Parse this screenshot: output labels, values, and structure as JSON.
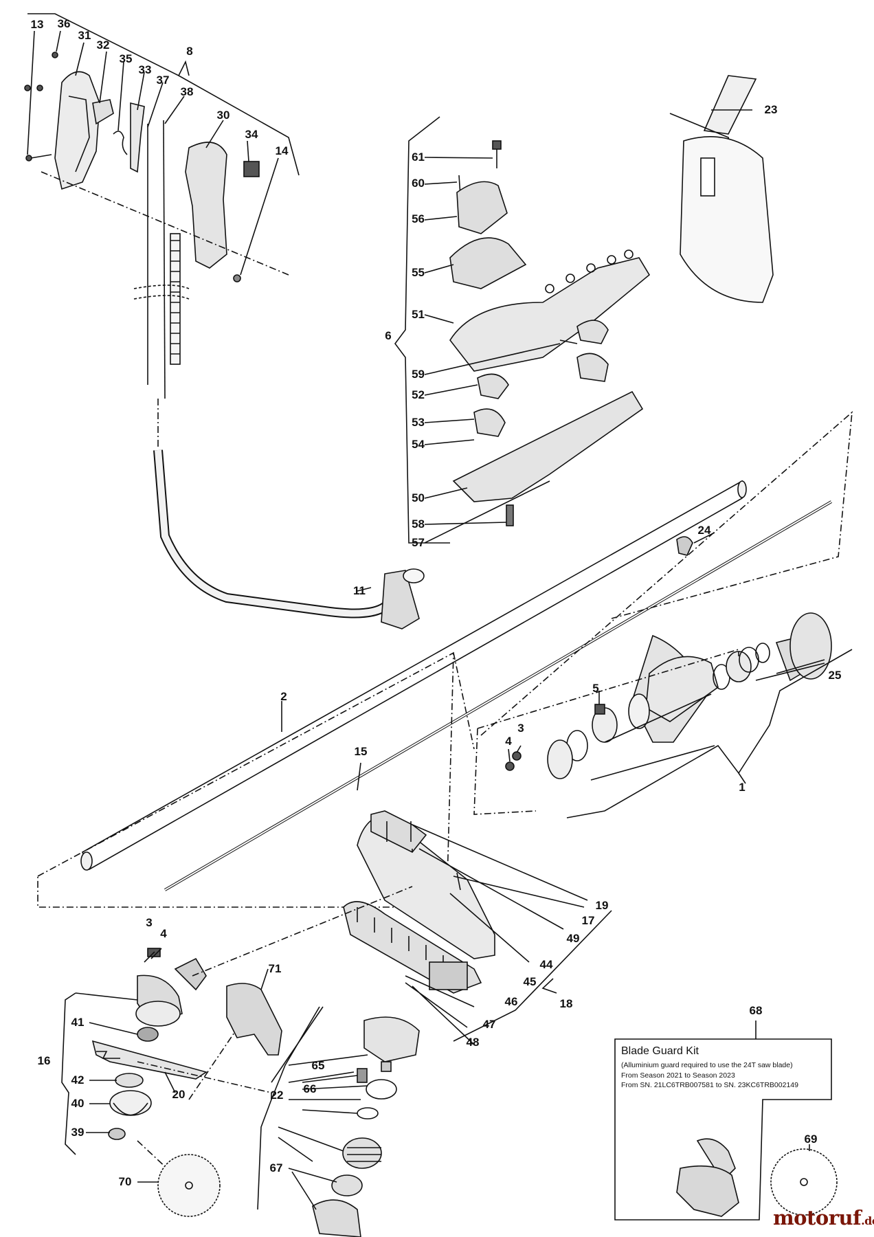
{
  "parts": {
    "p1": "1",
    "p2": "2",
    "p3a": "3",
    "p3b": "3",
    "p4a": "4",
    "p4b": "4",
    "p5": "5",
    "p6": "6",
    "p8": "8",
    "p11": "11",
    "p13": "13",
    "p14": "14",
    "p15": "15",
    "p16": "16",
    "p17": "17",
    "p18": "18",
    "p19": "19",
    "p20": "20",
    "p22": "22",
    "p23": "23",
    "p24": "24",
    "p25": "25",
    "p30": "30",
    "p31": "31",
    "p32": "32",
    "p33": "33",
    "p34": "34",
    "p35": "35",
    "p36": "36",
    "p37": "37",
    "p38": "38",
    "p39": "39",
    "p40": "40",
    "p41": "41",
    "p42": "42",
    "p44": "44",
    "p45": "45",
    "p46": "46",
    "p47": "47",
    "p48": "48",
    "p49": "49",
    "p50": "50",
    "p51": "51",
    "p52": "52",
    "p53": "53",
    "p54": "54",
    "p55": "55",
    "p56": "56",
    "p57": "57",
    "p58": "58",
    "p59": "59",
    "p60": "60",
    "p61": "61",
    "p65": "65",
    "p66": "66",
    "p67": "67",
    "p68": "68",
    "p69": "69",
    "p70": "70",
    "p71": "71"
  },
  "kit": {
    "title": "Blade Guard Kit",
    "note": "(Alluminium guard required to use the 24T saw blade)",
    "seasons": "From Season 2021 to Season 2023",
    "serials": "From SN. 21LC6TRB007581 to SN. 23KC6TRB002149"
  },
  "brand": {
    "name": "motoruf",
    "suffix": ".de",
    "color": "#7a1608"
  },
  "colors": {
    "ink": "#111111",
    "part_fill": "#e8e8e8",
    "dark": "#333333"
  }
}
